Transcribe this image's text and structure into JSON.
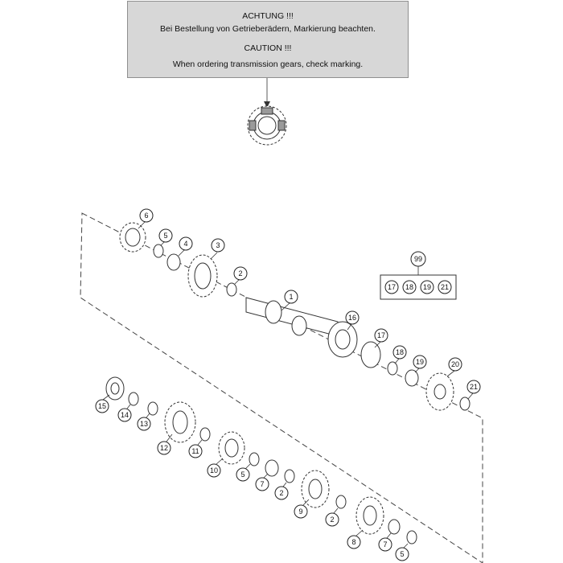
{
  "notice": {
    "line1": "ACHTUNG !!!",
    "line2": "Bei Bestellung von Getrieberädern, Markierung beachten.",
    "line3": "CAUTION !!!",
    "line4": "When ordering transmission gears, check marking."
  },
  "callouts": {
    "c6": "6",
    "c5a": "5",
    "c4": "4",
    "c3": "3",
    "c2a": "2",
    "c1": "1",
    "c16": "16",
    "c17": "17",
    "c18": "18",
    "c19": "19",
    "c20": "20",
    "c21": "21",
    "c99": "99",
    "k17": "17",
    "k18": "18",
    "k19": "19",
    "k21": "21",
    "c15": "15",
    "c14": "14",
    "c13": "13",
    "c12": "12",
    "c11": "11",
    "c10": "10",
    "c5b": "5",
    "c7a": "7",
    "c2b": "2",
    "c9": "9",
    "c2c": "2",
    "c8": "8",
    "c7b": "7",
    "c5c": "5"
  },
  "colors": {
    "notice_bg": "#d7d7d7",
    "notice_border": "#8f8f8f",
    "line": "#333333"
  }
}
